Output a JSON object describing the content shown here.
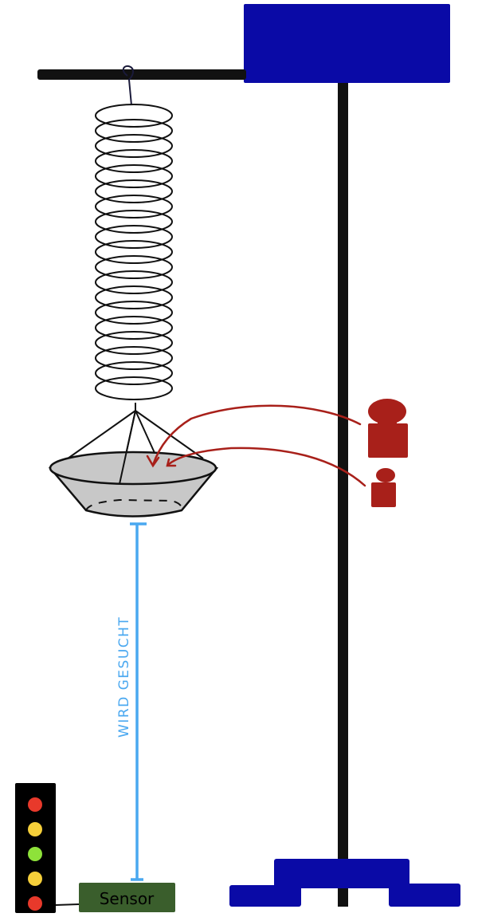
{
  "labels": {
    "distance": "WIRD GESUCHT",
    "sensor": "Sensor"
  },
  "colors": {
    "stand_blue": "#0a0aa6",
    "pole": "#111111",
    "weight_red": "#a8201a",
    "measure_blue": "#4aa8f0",
    "sensor_green": "#3a5e2c",
    "pan_gray": "#c8c8c8"
  },
  "traffic_light": {
    "lights": [
      "#e8392b",
      "#f5cf3a",
      "#8ee23a",
      "#f5cf3a",
      "#e8392b"
    ]
  },
  "spring": {
    "coils": 19
  }
}
